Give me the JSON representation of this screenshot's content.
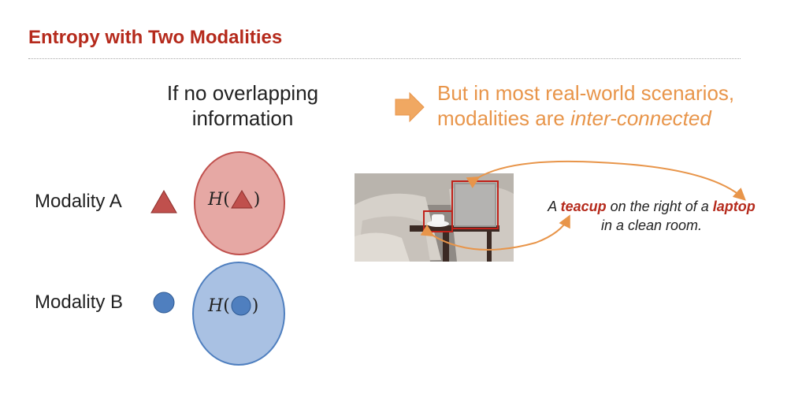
{
  "slide": {
    "title": "Entropy with Two Modalities",
    "left_heading": "If no overlapping information",
    "right_heading": {
      "line1": "But in most real-world scenarios,",
      "line2_prefix": "modalities are ",
      "line2_emphasis": "inter-connected"
    },
    "modality_a": {
      "label": "Modality A",
      "entropy_symbol": "H",
      "color": "#c0504d",
      "fill": "#e6a8a4"
    },
    "modality_b": {
      "label": "Modality B",
      "entropy_symbol": "H",
      "color": "#4f7fbf",
      "fill": "#a9c1e3"
    },
    "caption": {
      "word1": "A",
      "highlight1": "teacup",
      "word2": "on the right of a",
      "highlight2": "laptop",
      "line2": "in a clean room."
    },
    "accent_color": "#e8954a",
    "title_color": "#b52a1c",
    "icons": {
      "arrow": "right-arrow-icon"
    }
  }
}
